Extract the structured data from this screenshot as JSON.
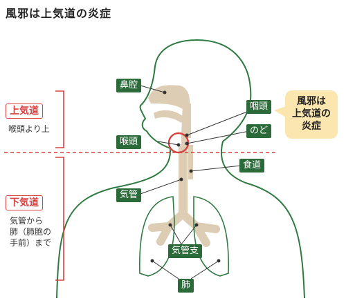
{
  "title": "風邪は上気道の炎症",
  "colors": {
    "outline": "#2f7a41",
    "label_bg": "#2b6a39",
    "zone": "#d9413f",
    "airway": "#dccdb4",
    "callout_bg": "#fbe6b0"
  },
  "zones": {
    "upper": {
      "label": "上気道",
      "note": [
        "喉頭より上"
      ]
    },
    "lower": {
      "label": "下気道",
      "note": [
        "気管から",
        "肺（肺胞の",
        "手前）まで"
      ]
    }
  },
  "labels": {
    "nasal": "鼻腔",
    "pharynx": "咽頭",
    "throat": "のど",
    "larynx": "喉頭",
    "esophagus": "食道",
    "trachea": "気管",
    "bronchi": "気管支",
    "lungs": "肺"
  },
  "callout": [
    "風邪は",
    "上気道の",
    "炎症"
  ]
}
